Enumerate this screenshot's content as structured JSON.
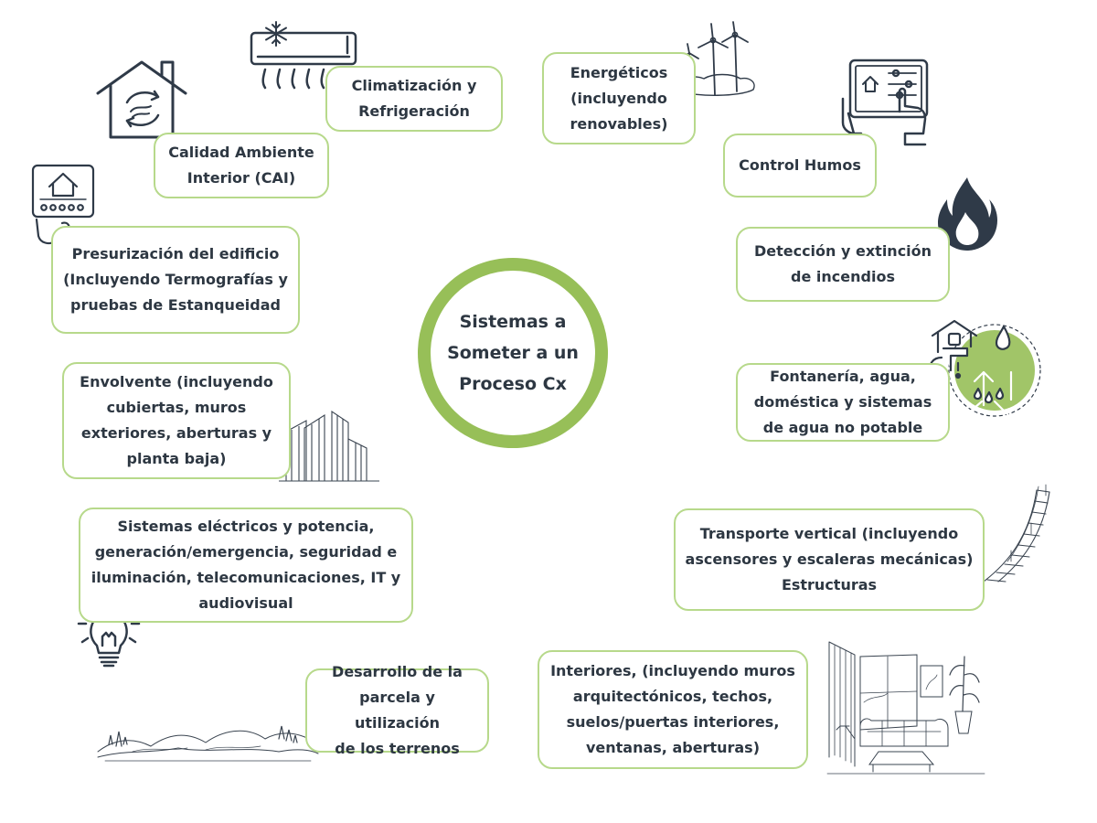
{
  "center": {
    "title": "Sistemas a\nSometer a un\nProceso Cx"
  },
  "accent_color": "#97bf58",
  "border_color": "#b7d98b",
  "text_color": "#2d3742",
  "icon_color": "#2f3a48",
  "systems": {
    "climatizacion": "Climatización y\nRefrigeración",
    "energeticos": "Energéticos\n(incluyendo\nrenovables)",
    "calidad_ambiente": "Calidad Ambiente\nInterior (CAI)",
    "control_humos": "Control Humos",
    "presurizacion": "Presurización del edificio\n(Incluyendo Termografías y\npruebas de Estanqueidad",
    "deteccion_incendios": "Detección y extinción\nde incendios",
    "envolvente": "Envolvente (incluyendo\ncubiertas, muros\nexteriores, aberturas y\nplanta baja)",
    "fontaneria": "Fontanería, agua,\ndoméstica y sistemas\nde agua no potable",
    "electricos": "Sistemas eléctricos y potencia,\ngeneración/emergencia, seguridad e\niluminación, telecomunicaciones, IT y\naudiovisual",
    "transporte_vertical": "Transporte vertical (incluyendo\nascensores y escaleras mecánicas)\nEstructuras",
    "desarrollo_parcela": "Desarrollo de la\nparcela y utilización\nde los terrenos",
    "interiores": "Interiores, (incluyendo muros\narquitectónicos, techos,\nsuelos/puertas interiores,\nventanas, aberturas)"
  },
  "icons": [
    "air-conditioner-icon",
    "wind-turbine-icon",
    "house-air-circulation-icon",
    "smart-home-tablet-icon",
    "thermostat-icon",
    "flame-icon",
    "buildings-sketch-icon",
    "plumbing-water-icon",
    "light-bulb-icon",
    "staircase-sketch-icon",
    "landscape-sketch-icon",
    "living-room-sketch-icon"
  ]
}
